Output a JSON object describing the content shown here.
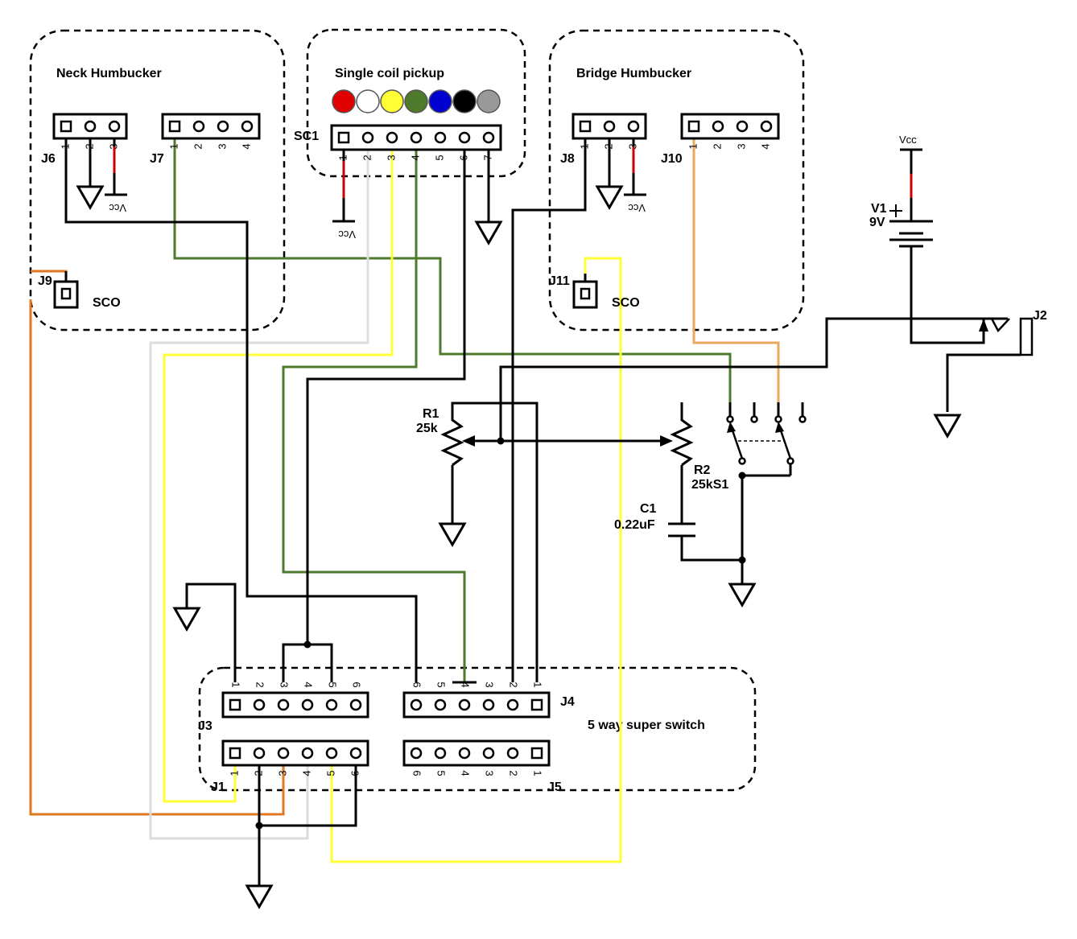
{
  "groups": {
    "neck_humbucker": "Neck Humbucker",
    "single_coil": "Single coil pickup",
    "bridge_humbucker": "Bridge Humbucker",
    "five_way_switch": "5 way super switch"
  },
  "components": {
    "J6": "J6",
    "J7": "J7",
    "J8": "J8",
    "J10": "J10",
    "SC1": "SC1",
    "J9": "J9",
    "J11": "J11",
    "SCO_left": "SCO",
    "SCO_right": "SCO",
    "J1": "J1",
    "J3": "J3",
    "J4": "J4",
    "J5": "J5",
    "J2": "J2",
    "R1": "R1",
    "R1_value": "25k",
    "R2": "R2",
    "R2_value": "25kS1",
    "C1": "C1",
    "C1_value": "0.22uF",
    "V1": "V1",
    "V1_value": "9V",
    "Vcc": "Vcc"
  },
  "pickup_colors": [
    "#e00000",
    "#ffffff",
    "#ffff33",
    "#4e7a2b",
    "#0000d0",
    "#000000",
    "#999999"
  ],
  "wire_colors": {
    "red": "#cc0000",
    "green": "#4e7a2b",
    "yellow": "#ffff33",
    "orange": "#e07820",
    "tan": "#e8a860",
    "light_gray": "#dddddd"
  }
}
